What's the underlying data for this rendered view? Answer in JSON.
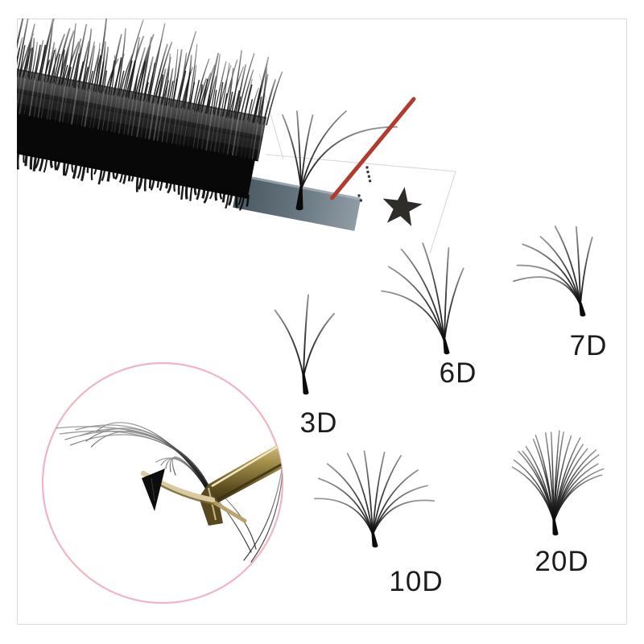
{
  "photo": {
    "subject": "eyelash extension volume fans",
    "fans": [
      {
        "id": "tape-fan",
        "label": "",
        "strands": 5
      },
      {
        "id": "fan-3d",
        "label": "3D",
        "strands": 3
      },
      {
        "id": "fan-6d",
        "label": "6D",
        "strands": 6
      },
      {
        "id": "fan-7d",
        "label": "7D",
        "strands": 7
      },
      {
        "id": "fan-10d",
        "label": "10D",
        "strands": 10
      },
      {
        "id": "fan-20d",
        "label": "20D",
        "strands": 20
      }
    ]
  },
  "icons": {
    "star": "★"
  },
  "colors": {
    "pointer_red": "#b23a2e",
    "circle_pink": "#f0b4c2",
    "tape_slate": "#5a6a74",
    "tweezer_gold": "#9c8a4e",
    "star_black": "#2e2d2a",
    "label_text": "#1c1c1c",
    "frame_line": "#ddd9d3",
    "lash_black": "#0a0a0a"
  }
}
